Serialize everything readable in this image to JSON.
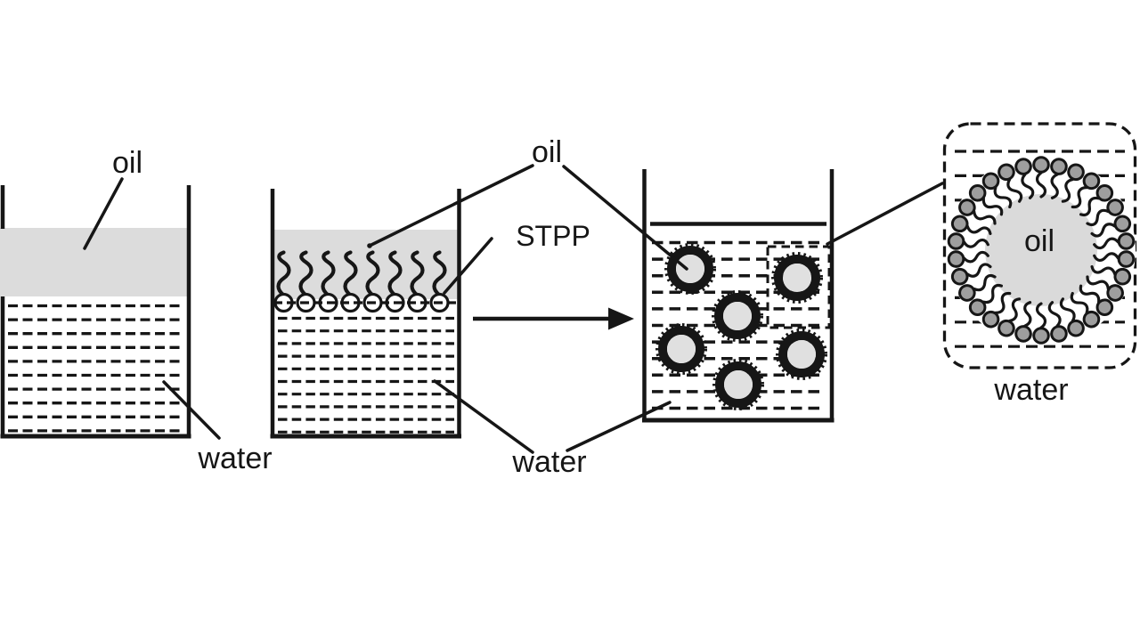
{
  "labels": {
    "beaker1_oil": "oil",
    "beaker1_water": "water",
    "mid_oil": "oil",
    "stpp": "STPP",
    "mid_water": "water",
    "micelle_oil": "oil",
    "micelle_water": "water"
  },
  "colors": {
    "ink": "#161616",
    "oil_fill": "#dcdcdc",
    "droplet_core": "#e0e0e0",
    "micelle_core": "#dadada",
    "surfactant_head": "#9e9e9e",
    "background": "#ffffff"
  }
}
